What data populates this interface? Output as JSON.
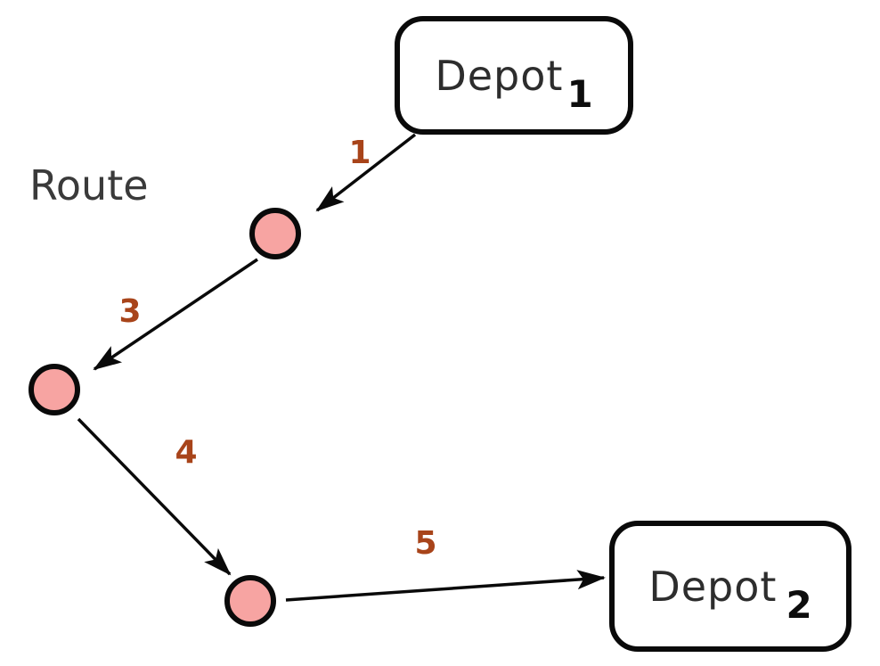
{
  "diagram": {
    "route_label": "Route",
    "nodes": {
      "depot1": {
        "label": "Depot",
        "subscript": "1"
      },
      "depot2": {
        "label": "Depot",
        "subscript": "2"
      },
      "customers": [
        {
          "id": "customer-1"
        },
        {
          "id": "customer-2"
        },
        {
          "id": "customer-3"
        }
      ]
    },
    "edges": [
      {
        "label": "1",
        "from": "depot-1",
        "to": "customer-1"
      },
      {
        "label": "3",
        "from": "customer-1",
        "to": "customer-2"
      },
      {
        "label": "4",
        "from": "customer-2",
        "to": "customer-3"
      },
      {
        "label": "5",
        "from": "customer-3",
        "to": "depot-2"
      }
    ],
    "colors": {
      "background": "#ffffff",
      "outline": "#0a0a0a",
      "node_fill": "#f7a4a2",
      "edge_label": "#a8441a",
      "depot_text": "#2d2d2d",
      "subscript": "#0d0d0d"
    }
  }
}
